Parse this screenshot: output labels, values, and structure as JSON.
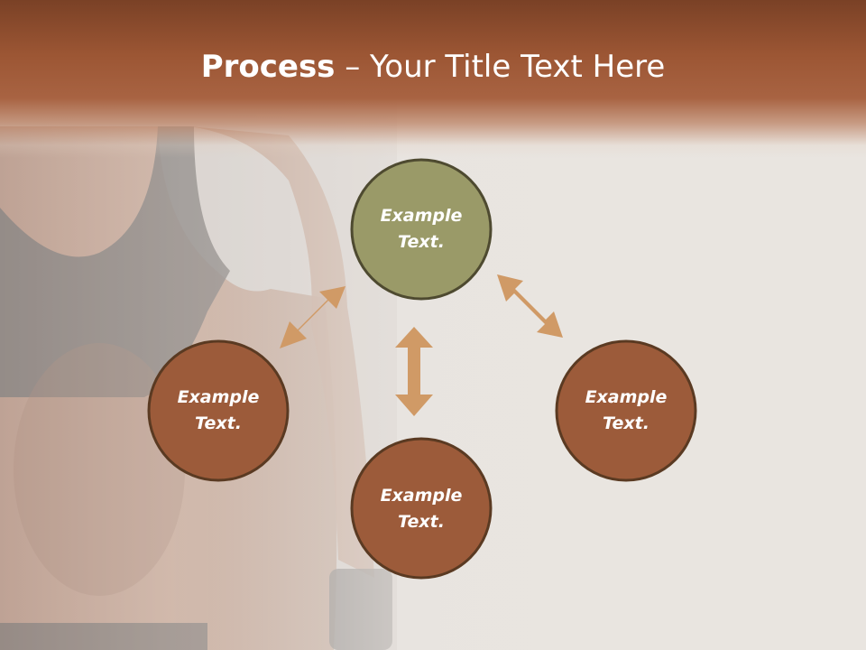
{
  "slide": {
    "title_bold": "Process",
    "title_rest": " – Your Title Text Here"
  },
  "colors": {
    "header": "#9c5634",
    "node_top": "#9a9a68",
    "node_brown": "#9c5b3a",
    "node_border": "#5a3a22",
    "arrow": "#d09a66"
  },
  "nodes": [
    {
      "id": "top",
      "line1": "Example",
      "line2": "Text.",
      "color": "#9a9a68"
    },
    {
      "id": "left",
      "line1": "Example",
      "line2": "Text.",
      "color": "#9c5b3a"
    },
    {
      "id": "right",
      "line1": "Example",
      "line2": "Text.",
      "color": "#9c5b3a"
    },
    {
      "id": "bottom",
      "line1": "Example",
      "line2": "Text.",
      "color": "#9c5b3a"
    }
  ],
  "arrows": [
    {
      "id": "top-left",
      "type": "double-headed"
    },
    {
      "id": "top-right",
      "type": "double-headed"
    },
    {
      "id": "center",
      "type": "double-headed"
    }
  ]
}
